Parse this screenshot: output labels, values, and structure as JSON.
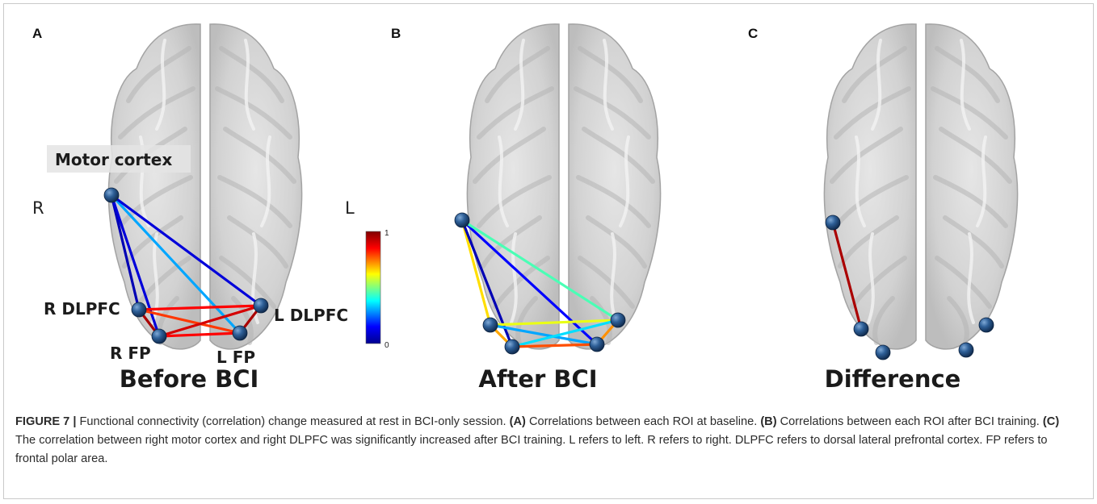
{
  "panels": [
    {
      "label": "A",
      "title": "Before BCI"
    },
    {
      "label": "B",
      "title": "After BCI"
    },
    {
      "label": "C",
      "title": "Difference"
    }
  ],
  "annotations": {
    "motor_cortex": "Motor cortex",
    "right": "R",
    "left": "L",
    "r_dlpfc": "R DLPFC",
    "l_dlpfc": "L DLPFC",
    "r_fp": "R FP",
    "l_fp": "L FP"
  },
  "colorbar": {
    "max": "1",
    "min": "0",
    "colors": [
      "#00008f",
      "#0000ff",
      "#00ffff",
      "#ffff00",
      "#ff0000",
      "#800000"
    ]
  },
  "caption": {
    "figure_label": "FIGURE 7 |",
    "intro": " Functional connectivity (correlation) change measured at rest in BCI-only session. ",
    "a_label": "(A)",
    "a_text": " Correlations between each ROI at baseline. ",
    "b_label": "(B)",
    "b_text": " Correlations between each ROI after BCI training. ",
    "c_label": "(C)",
    "c_text": " The correlation between right motor cortex and right DLPFC was significantly increased after BCI training. L refers to left. R refers to right. DLPFC refers to dorsal lateral prefrontal cortex. FP refers to frontal polar area."
  },
  "connectivity": {
    "nodes": [
      "R motor cortex",
      "R DLPFC",
      "R FP",
      "L FP",
      "L DLPFC"
    ],
    "before": [
      {
        "from": "R motor cortex",
        "to": "R DLPFC",
        "r": 0.05
      },
      {
        "from": "R motor cortex",
        "to": "R FP",
        "r": 0.1
      },
      {
        "from": "R motor cortex",
        "to": "L FP",
        "r": 0.3
      },
      {
        "from": "R motor cortex",
        "to": "L DLPFC",
        "r": 0.1
      },
      {
        "from": "R DLPFC",
        "to": "R FP",
        "r": 0.95
      },
      {
        "from": "R DLPFC",
        "to": "L DLPFC",
        "r": 0.85
      },
      {
        "from": "R DLPFC",
        "to": "L FP",
        "r": 0.8
      },
      {
        "from": "R FP",
        "to": "L DLPFC",
        "r": 0.9
      },
      {
        "from": "R FP",
        "to": "L FP",
        "r": 0.85
      },
      {
        "from": "L FP",
        "to": "L DLPFC",
        "r": 0.95
      }
    ],
    "after": [
      {
        "from": "R motor cortex",
        "to": "R DLPFC",
        "r": 0.65
      },
      {
        "from": "R motor cortex",
        "to": "R FP",
        "r": 0.05
      },
      {
        "from": "R motor cortex",
        "to": "L FP",
        "r": 0.15
      },
      {
        "from": "R motor cortex",
        "to": "L DLPFC",
        "r": 0.45
      },
      {
        "from": "R DLPFC",
        "to": "R FP",
        "r": 0.7
      },
      {
        "from": "R DLPFC",
        "to": "L DLPFC",
        "r": 0.6
      },
      {
        "from": "R DLPFC",
        "to": "L FP",
        "r": 0.3
      },
      {
        "from": "R FP",
        "to": "L DLPFC",
        "r": 0.35
      },
      {
        "from": "R FP",
        "to": "L FP",
        "r": 0.78
      },
      {
        "from": "L FP",
        "to": "L DLPFC",
        "r": 0.72
      }
    ],
    "difference": [
      {
        "from": "R motor cortex",
        "to": "R DLPFC",
        "r": 0.95
      }
    ]
  }
}
